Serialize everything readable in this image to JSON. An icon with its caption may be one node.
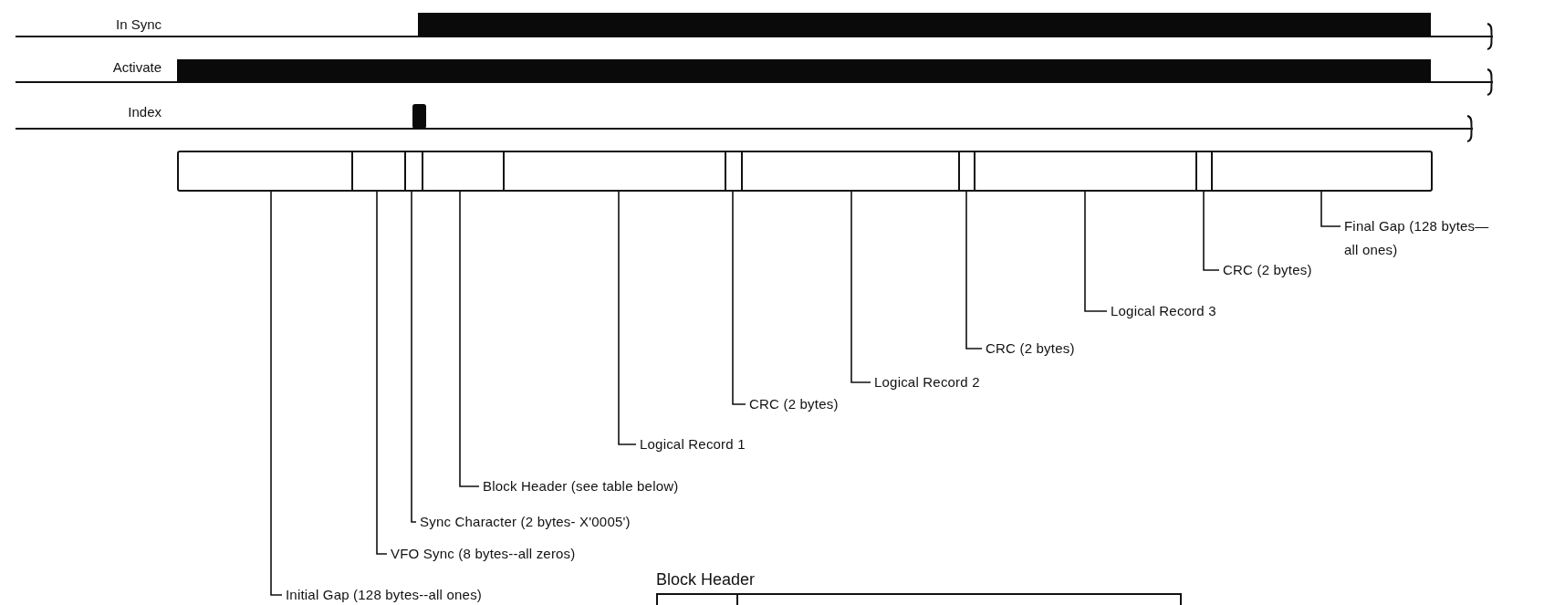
{
  "diagram": {
    "nodes": [
      {
        "text": [],
        "shape": "box"
      },
      {
        "text": [],
        "shape": "box"
      },
      {
        "text": [],
        "shape": "box"
      },
      {
        "text": [],
        "shape": "box"
      },
      {
        "text": [],
        "shape": "box"
      },
      {
        "text": [],
        "shape": "box"
      },
      {
        "text": [],
        "shape": "box"
      },
      {
        "text": [],
        "shape": "box"
      },
      {
        "text": [],
        "shape": "box"
      },
      {
        "text": [],
        "shape": "box"
      },
      {
        "text": [],
        "shape": "box"
      },
      {
        "text": [
          "Final Gap (128 bytes— all ones)"
        ]
      },
      {
        "text": [
          "CRC (2 bytes)"
        ]
      },
      {
        "text": [
          "Logical Record 3"
        ]
      },
      {
        "text": [
          "CRC (2 bytes)"
        ]
      },
      {
        "text": [
          "Logical Record 2"
        ]
      },
      {
        "text": [
          "CRC (2 bytes)"
        ]
      },
      {
        "text": [
          "Logical Record 1"
        ]
      },
      {
        "text": [
          "Block Header (see table below)"
        ]
      },
      {
        "text": [
          "Sync Character (2 bytes- X'0005')"
        ]
      },
      {
        "text": [
          "VFO Sync (8 bytes--all zeros)"
        ]
      },
      {
        "text": [
          "Initial Gap (128 bytes--all ones)"
        ]
      },
      {
        "text": [
          "Block Header"
        ]
      }
    ],
    "edges": [
      {
        "from": 11,
        "to": 10,
        "arrow": "none"
      },
      {
        "from": 12,
        "to": 9,
        "arrow": "none"
      },
      {
        "from": 13,
        "to": 8,
        "arrow": "none"
      },
      {
        "from": 14,
        "to": 7,
        "arrow": "none"
      },
      {
        "from": 15,
        "to": 6,
        "arrow": "none"
      },
      {
        "from": 16,
        "to": 5,
        "arrow": "none"
      },
      {
        "from": 17,
        "to": 4,
        "arrow": "none"
      },
      {
        "from": 18,
        "to": 3,
        "arrow": "none"
      },
      {
        "from": 19,
        "to": 2,
        "arrow": "none"
      },
      {
        "from": 20,
        "to": 1,
        "arrow": "none"
      },
      {
        "from": 21,
        "to": 0,
        "arrow": "none"
      }
    ],
    "labels": [
      "In Sync",
      "Activate",
      "Index"
    ]
  }
}
